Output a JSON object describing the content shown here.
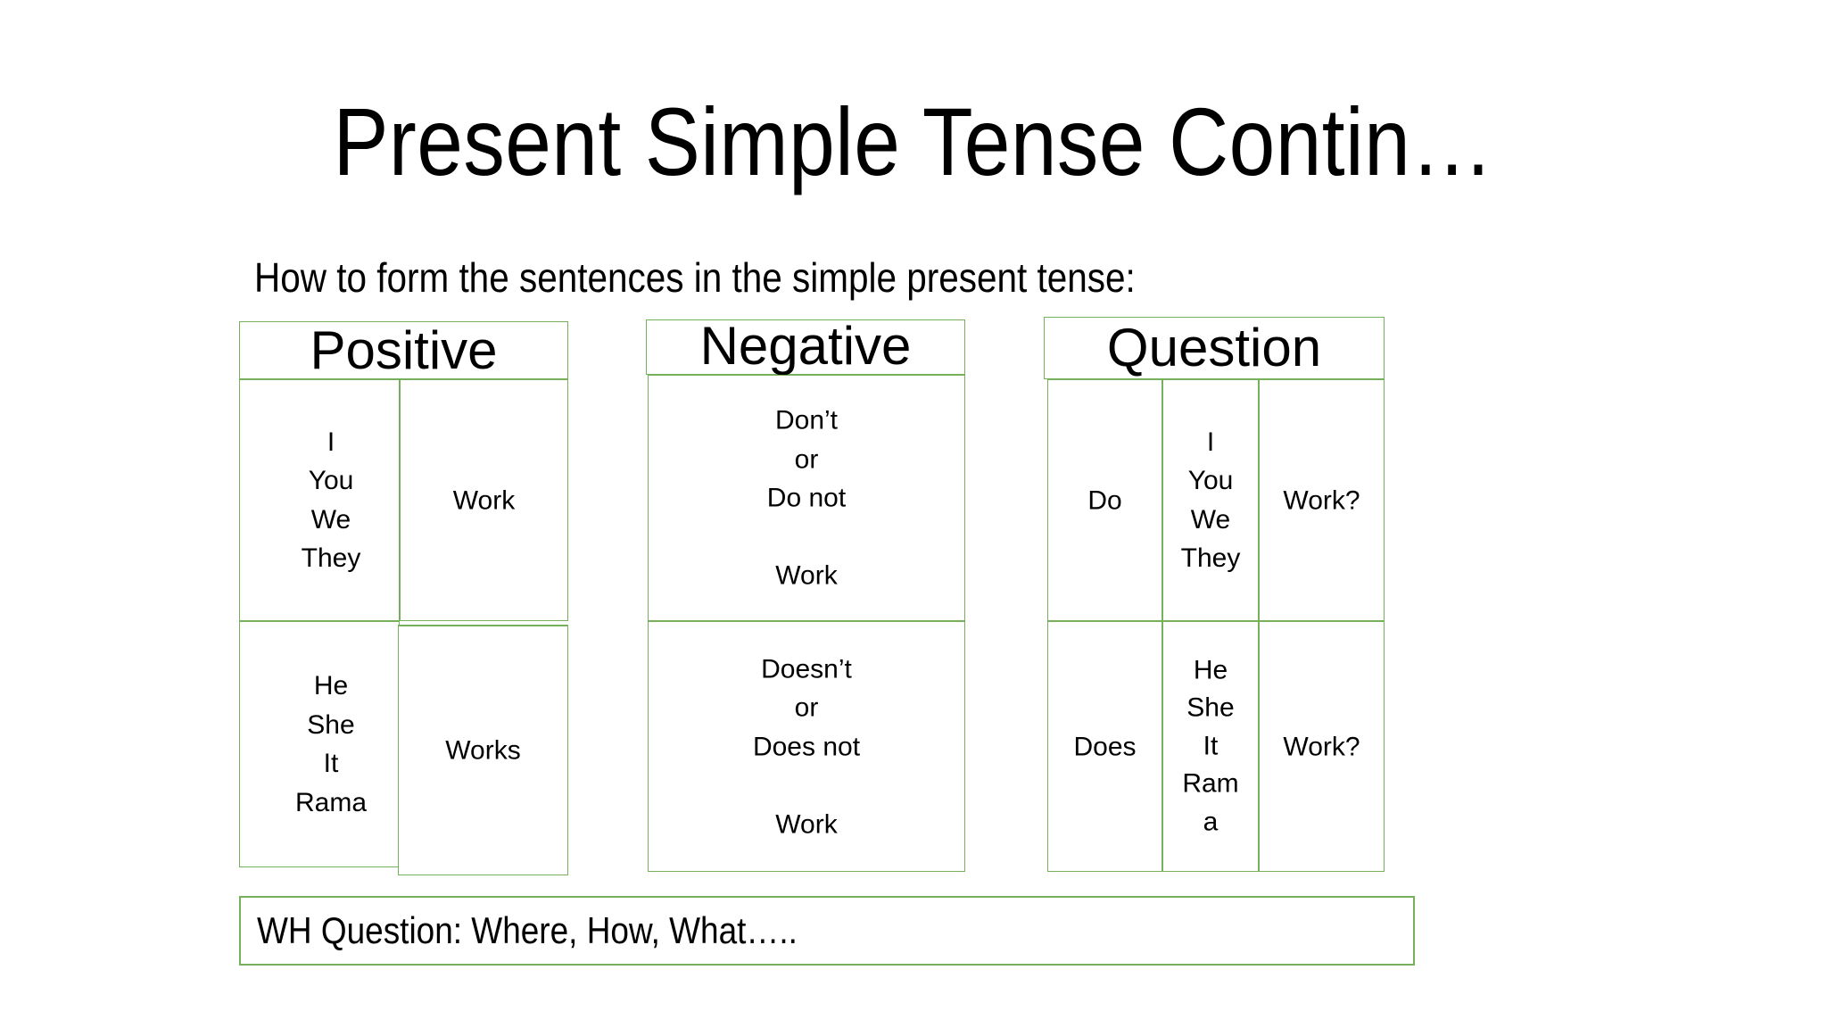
{
  "slide": {
    "title": "Present Simple Tense Contin…",
    "subtitle": "How to form the sentences in the simple present tense:",
    "accent_color": "#77b05a",
    "background_color": "#ffffff",
    "text_color": "#000000"
  },
  "tables": {
    "positive": {
      "header": "Positive",
      "row1": {
        "subjects": [
          "I",
          "You",
          "We",
          "They"
        ],
        "verb": "Work"
      },
      "row2": {
        "subjects": [
          "He",
          "She",
          "It",
          "Rama"
        ],
        "verb": "Works"
      }
    },
    "negative": {
      "header": "Negative",
      "row1": [
        "Don’t",
        "or",
        "Do not",
        "",
        "Work"
      ],
      "row2": [
        "Doesn’t",
        "or",
        "Does not",
        "",
        "Work"
      ]
    },
    "question": {
      "header": "Question",
      "row1": {
        "auxiliary": "Do",
        "subjects": [
          "I",
          "You",
          "We",
          "They"
        ],
        "verb": "Work?"
      },
      "row2": {
        "auxiliary": "Does",
        "subjects": [
          "He",
          "She",
          "It",
          "Ram",
          "a"
        ],
        "verb": "Work?"
      }
    }
  },
  "footer": {
    "wh_question": "WH Question: Where, How, What….."
  }
}
